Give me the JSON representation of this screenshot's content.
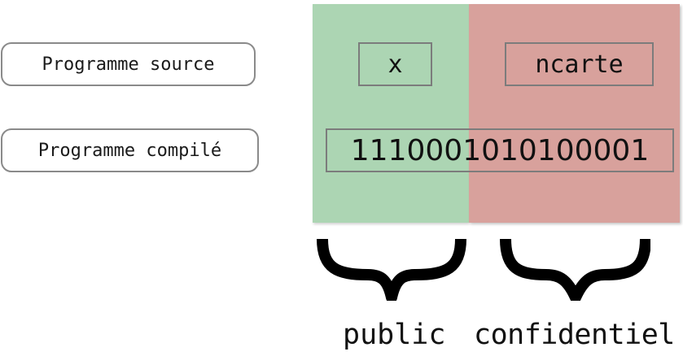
{
  "rows": {
    "source_label": "Programme source",
    "compiled_label": "Programme compilé"
  },
  "fields": {
    "public_variable": "x",
    "confidential_variable": "ncarte"
  },
  "binary": "1110001010100001",
  "zones": {
    "public_label": "public",
    "confidential_label": "confidentiel",
    "public_color": "#acd5b3",
    "confidential_color": "#d8a19c"
  }
}
